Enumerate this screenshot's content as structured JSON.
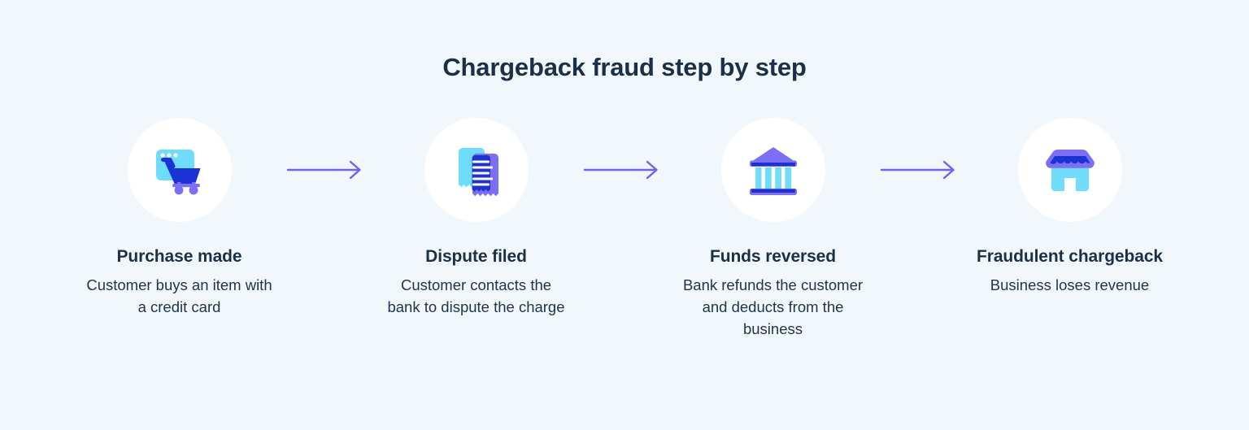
{
  "page": {
    "background_color": "#f2f7fb",
    "title": "Chargeback fraud step by step"
  },
  "palette": {
    "title_color": "#1b3048",
    "heading_color": "#1b3048",
    "body_color": "#22344c",
    "circle_color": "#ffffff",
    "arrow_color": "#6b63f5",
    "icon_cyan": "#6fdcfb",
    "icon_blue": "#1b32d6",
    "icon_purple": "#7c6ef5"
  },
  "arrows": [
    {
      "name": "arrow-1",
      "glyph": "→"
    },
    {
      "name": "arrow-2",
      "glyph": "→"
    },
    {
      "name": "arrow-3",
      "glyph": "→"
    }
  ],
  "steps": [
    {
      "index": 1,
      "icon": "shopping-cart-browser-icon",
      "heading": "Purchase made",
      "description": "Customer buys an item with a credit card"
    },
    {
      "index": 2,
      "icon": "receipts-icon",
      "heading": "Dispute filed",
      "description": "Customer contacts the bank to dispute the charge"
    },
    {
      "index": 3,
      "icon": "bank-building-icon",
      "heading": "Funds reversed",
      "description": "Bank refunds the customer and deducts from the business"
    },
    {
      "index": 4,
      "icon": "storefront-icon",
      "heading": "Fraudulent chargeback",
      "description": "Business loses revenue"
    }
  ]
}
